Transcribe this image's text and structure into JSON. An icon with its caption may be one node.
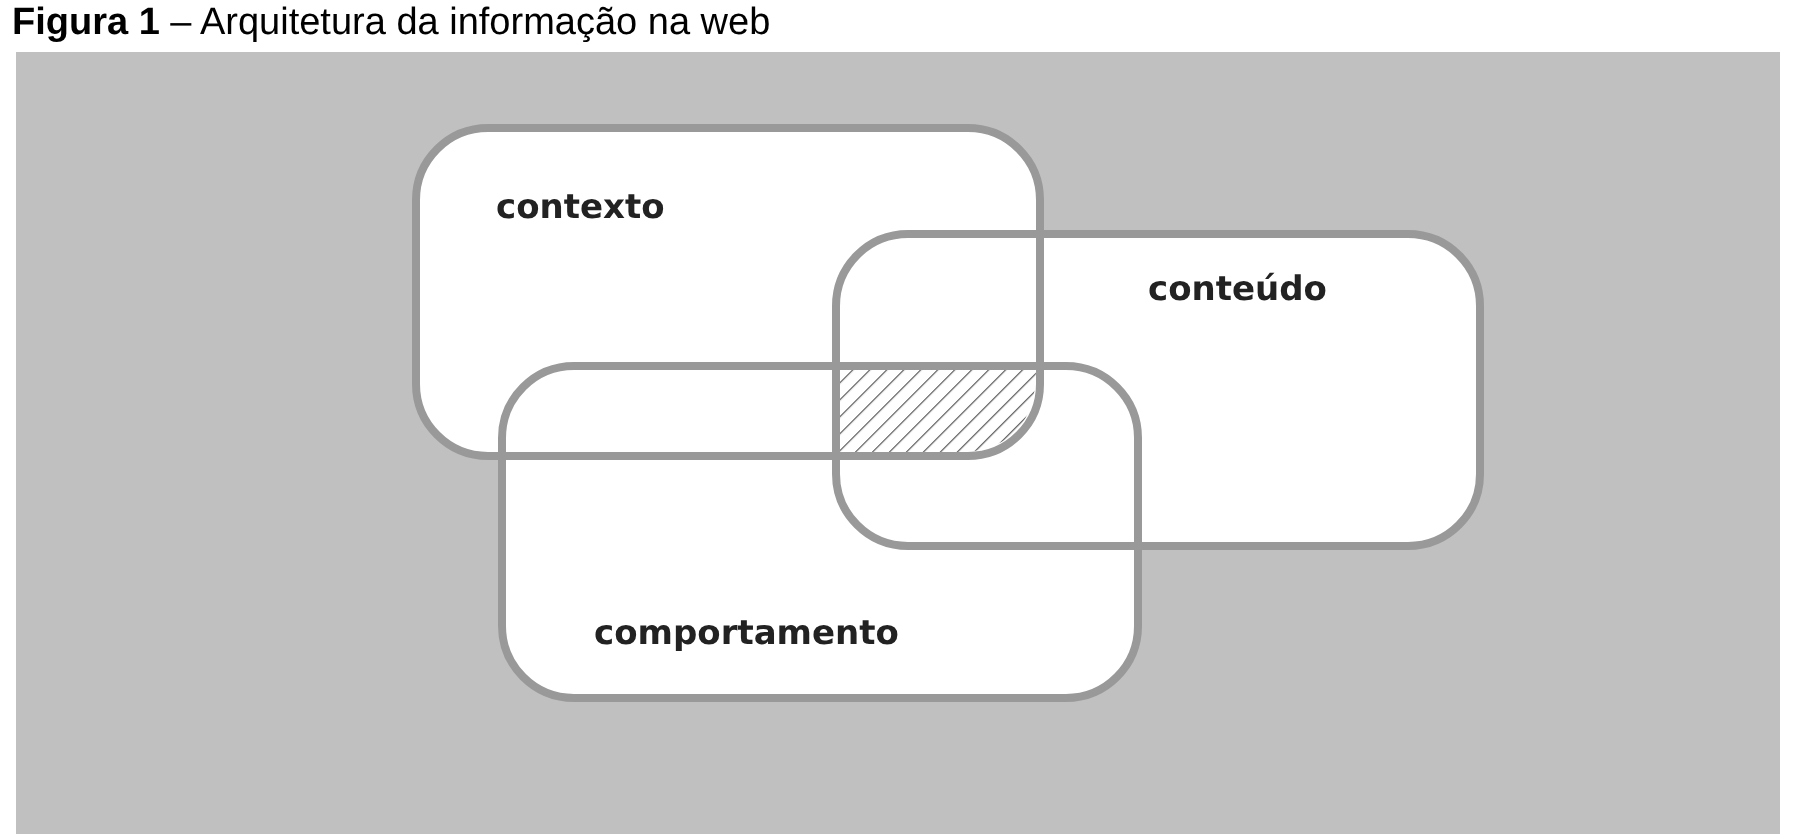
{
  "diagram": {
    "title": "**Figura 1** – Arquitetura da informação na web",
    "nodes": [
      {
        "text": [
          "contexto"
        ]
      },
      {
        "text": [
          "conteúdo"
        ]
      },
      {
        "text": [
          "comportamento"
        ]
      }
    ]
  }
}
